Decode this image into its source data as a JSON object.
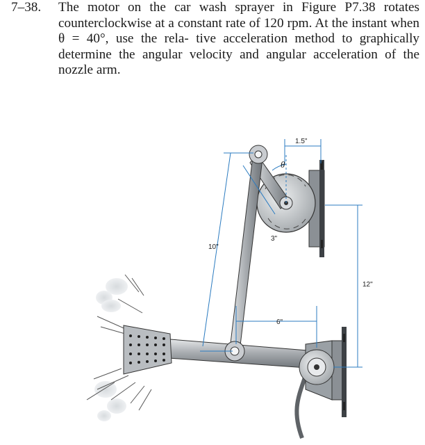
{
  "problem": {
    "number": "7–38.",
    "lines": [
      "The motor on the car wash sprayer in Figure P7.38",
      "rotates counterclockwise at a constant rate of",
      "120 rpm. At the instant when θ = 40°, use the rela-",
      "tive acceleration method to graphically determine",
      "the angular velocity and angular acceleration of the",
      "nozzle arm."
    ]
  },
  "figure": {
    "dimensions": {
      "d1": "1.5\"",
      "d2": "10\"",
      "d3": "3\"",
      "d4": "12\"",
      "d5": "6\""
    },
    "angle_label": "θ"
  }
}
